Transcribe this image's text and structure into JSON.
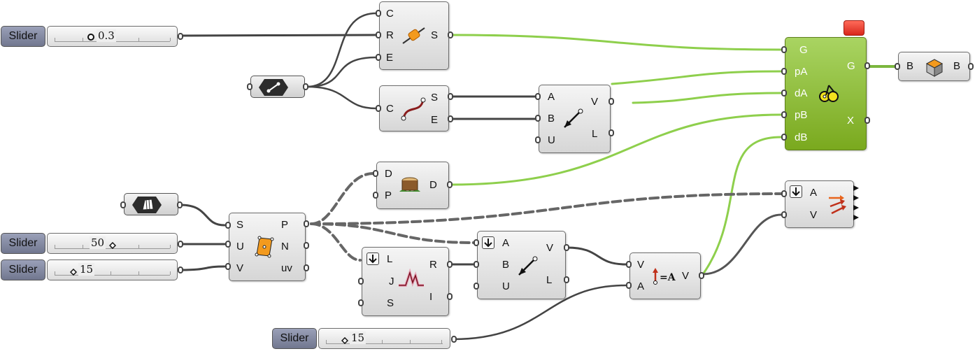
{
  "sliders": [
    {
      "label": "Slider",
      "value": "0.3"
    },
    {
      "label": "Slider",
      "value": "50"
    },
    {
      "label": "Slider",
      "value": "15"
    },
    {
      "label": "Slider",
      "value": "15"
    }
  ],
  "nodes": {
    "curve_param": {
      "inputs": [
        "C",
        "R",
        "E"
      ],
      "outputs": [
        "S"
      ]
    },
    "endpoints": {
      "inputs": [
        "C"
      ],
      "outputs": [
        "S",
        "E"
      ]
    },
    "vector2pt_top": {
      "inputs": [
        "A",
        "B",
        "U"
      ],
      "outputs": [
        "V",
        "L"
      ]
    },
    "constraint": {
      "inputs": [
        "G",
        "pA",
        "dA",
        "pB",
        "dB"
      ],
      "outputs": [
        "G",
        "X"
      ]
    },
    "brep": {
      "inputs": [
        "B"
      ],
      "outputs": [
        "B"
      ]
    },
    "deconstruct": {
      "inputs": [
        "D",
        "P"
      ],
      "outputs": [
        "D"
      ]
    },
    "divide_surface": {
      "inputs": [
        "S",
        "U",
        "V"
      ],
      "outputs": [
        "P",
        "N",
        "uv"
      ]
    },
    "vector_display": {
      "inputs": [
        "A",
        "V"
      ],
      "outputs": []
    },
    "list_item": {
      "inputs": [
        "L",
        "J",
        "S"
      ],
      "outputs": [
        "R",
        "I"
      ]
    },
    "vector2pt_bottom": {
      "inputs": [
        "A",
        "B",
        "U"
      ],
      "outputs": [
        "V",
        "L"
      ]
    },
    "amplitude": {
      "inputs": [
        "V",
        "A"
      ],
      "outputs": [
        "V"
      ]
    }
  },
  "colors": {
    "green_node": "#8bbb2c",
    "wire_green": "#8ecf4c",
    "wire_dark": "#555555",
    "slider_label": "#8086a0"
  }
}
